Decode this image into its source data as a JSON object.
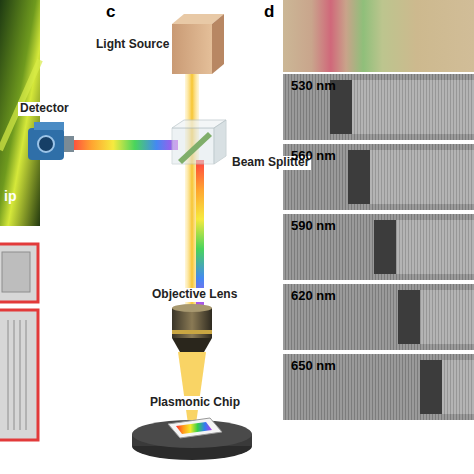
{
  "diagram": {
    "labels": [
      "c",
      "Light Source",
      "Detector",
      "Beam Splitter",
      "Objective Lens",
      "Plasmonic Chip",
      "d",
      "530 nm",
      "560 nm",
      "590 nm",
      "620 nm",
      "650 nm",
      "ip"
    ]
  }
}
